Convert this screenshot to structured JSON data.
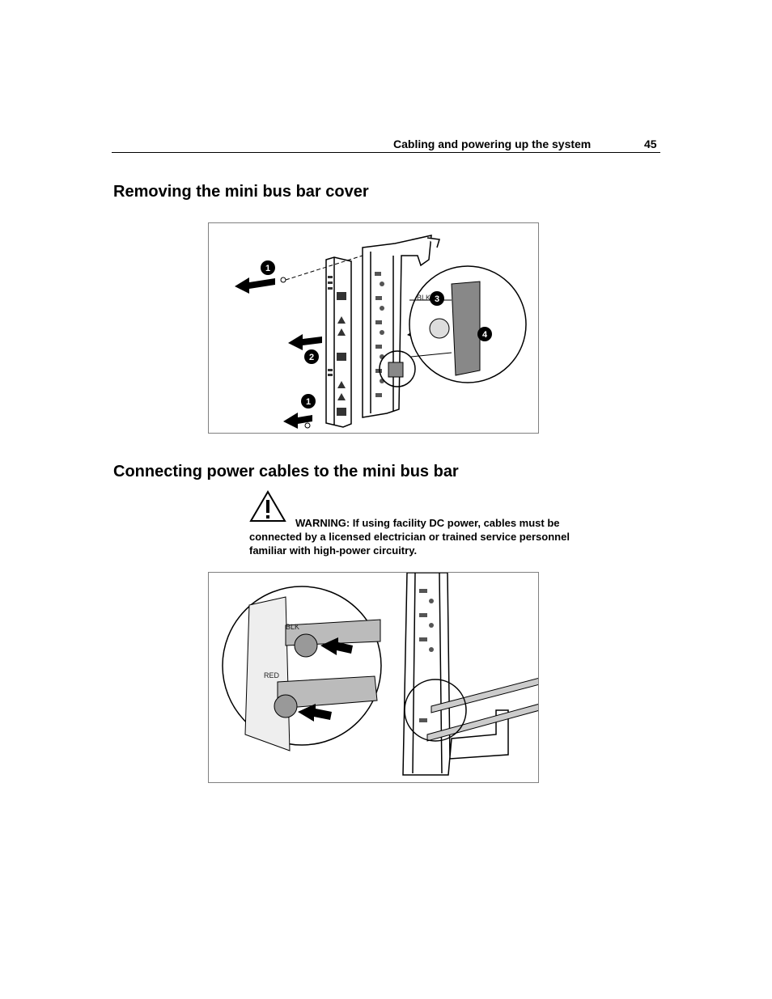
{
  "header": {
    "running_title": "Cabling and powering up the system",
    "page_number": "45"
  },
  "section1": {
    "heading": "Removing the mini bus bar cover",
    "figure": {
      "callouts": [
        "1",
        "2",
        "1",
        "3",
        "4"
      ],
      "labels": [
        "BLK"
      ]
    }
  },
  "section2": {
    "heading": "Connecting power cables to the mini bus bar",
    "warning": {
      "icon": "warning-triangle-icon",
      "text": "WARNING:  If using facility DC power, cables must be connected by a licensed electrician or trained service personnel familiar with high-power circuitry."
    },
    "figure": {
      "labels": [
        "BLK",
        "RED"
      ]
    }
  }
}
